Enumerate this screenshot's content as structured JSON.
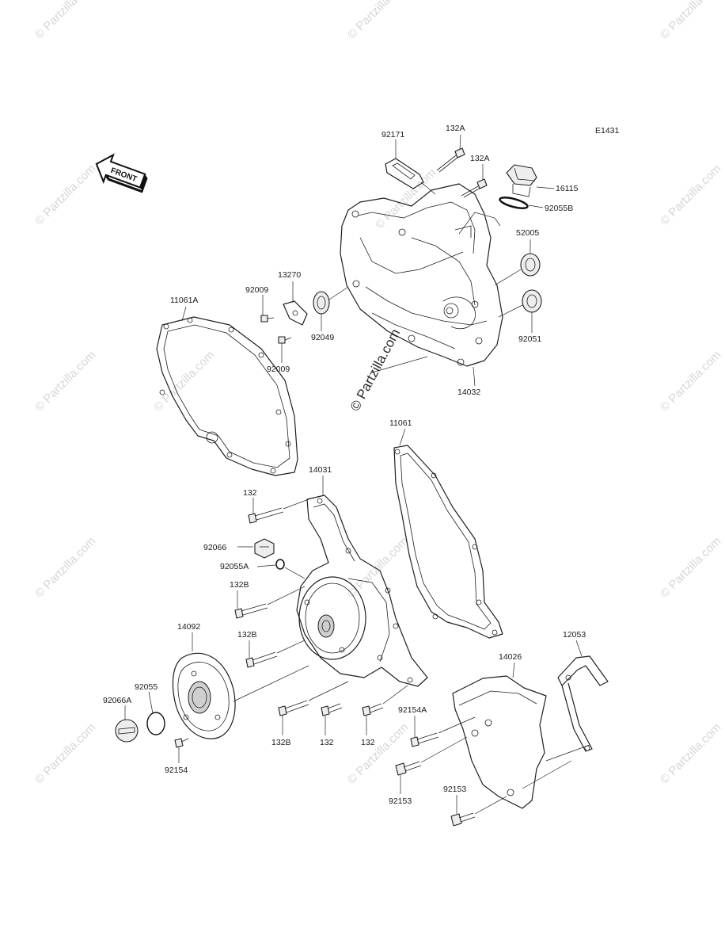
{
  "diagram_code": "E1431",
  "front_label": "FRONT",
  "watermark_text": "© Partzilla.com",
  "parts": {
    "p92171": "92171",
    "p132A_1": "132A",
    "p132A_2": "132A",
    "p16115": "16115",
    "p92055B": "92055B",
    "p52005": "52005",
    "p92051": "92051",
    "p14032": "14032",
    "p13270": "13270",
    "p92009_1": "92009",
    "p92009_2": "92009",
    "p92049": "92049",
    "p11061A": "11061A",
    "p11061": "11061",
    "p14031": "14031",
    "p132_1": "132",
    "p92066": "92066",
    "p92055A": "92055A",
    "p132B_1": "132B",
    "p132B_2": "132B",
    "p132B_3": "132B",
    "p132_2": "132",
    "p132_3": "132",
    "p14092": "14092",
    "p92055": "92055",
    "p92066A": "92066A",
    "p92154": "92154",
    "p14026": "14026",
    "p12053": "12053",
    "p92154A": "92154A",
    "p92153_1": "92153",
    "p92153_2": "92153"
  }
}
